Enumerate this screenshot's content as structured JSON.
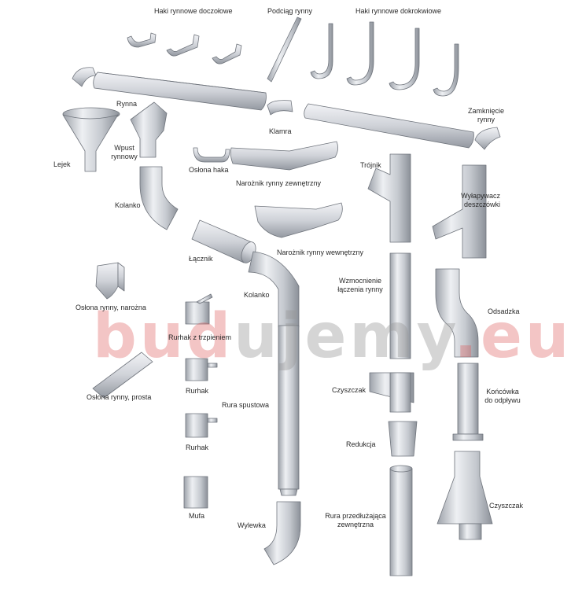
{
  "labels": {
    "haki_doczolowe": "Haki rynnowe doczołowe",
    "podciag": "Podciąg rynny",
    "haki_dokrokwiowe": "Haki rynnowe dokrokwiowe",
    "rynna": "Rynna",
    "klamra": "Klamra",
    "zamkniecie": "Zamknięcie\nrynny",
    "lejek": "Lejek",
    "wpust": "Wpust\nrynnowy",
    "oslona_haka": "Osłona haka",
    "naroznik_zew": "Narożnik rynny zewnętrzny",
    "trojnik": "Trójnik",
    "wylapywacz": "Wyłapywacz\ndeszczówki",
    "kolanko1": "Kolanko",
    "lacznik": "Łącznik",
    "naroznik_wew": "Narożnik rynny wewnętrzny",
    "oslona_narozna": "Osłona rynny, narożna",
    "kolanko2": "Kolanko",
    "wzmocnienie": "Wzmocnienie\nłączenia rynny",
    "odsadzka": "Odsadzka",
    "rurhak_trzpien": "Rurhak z trzpieniem",
    "oslona_prosta": "Osłona rynny, prosta",
    "rurhak1": "Rurhak",
    "rura_spustowa": "Rura spustowa",
    "czyszczak1": "Czyszczak",
    "koncowka": "Końcówka\ndo odpływu",
    "rurhak2": "Rurhak",
    "redukcja": "Redukcja",
    "mufa": "Mufa",
    "wylewka": "Wylewka",
    "rura_przedluzajaca": "Rura przedłużająca\nzewnętrzna",
    "czyszczak2": "Czyszczak"
  },
  "watermark": {
    "part1": "bud",
    "part2": "ujemy",
    "part3": ".eu"
  },
  "colors": {
    "metal_light": "#e9ebef",
    "metal_mid": "#c9ccd3",
    "metal_dark": "#8e939c",
    "outline": "#6f747c"
  }
}
